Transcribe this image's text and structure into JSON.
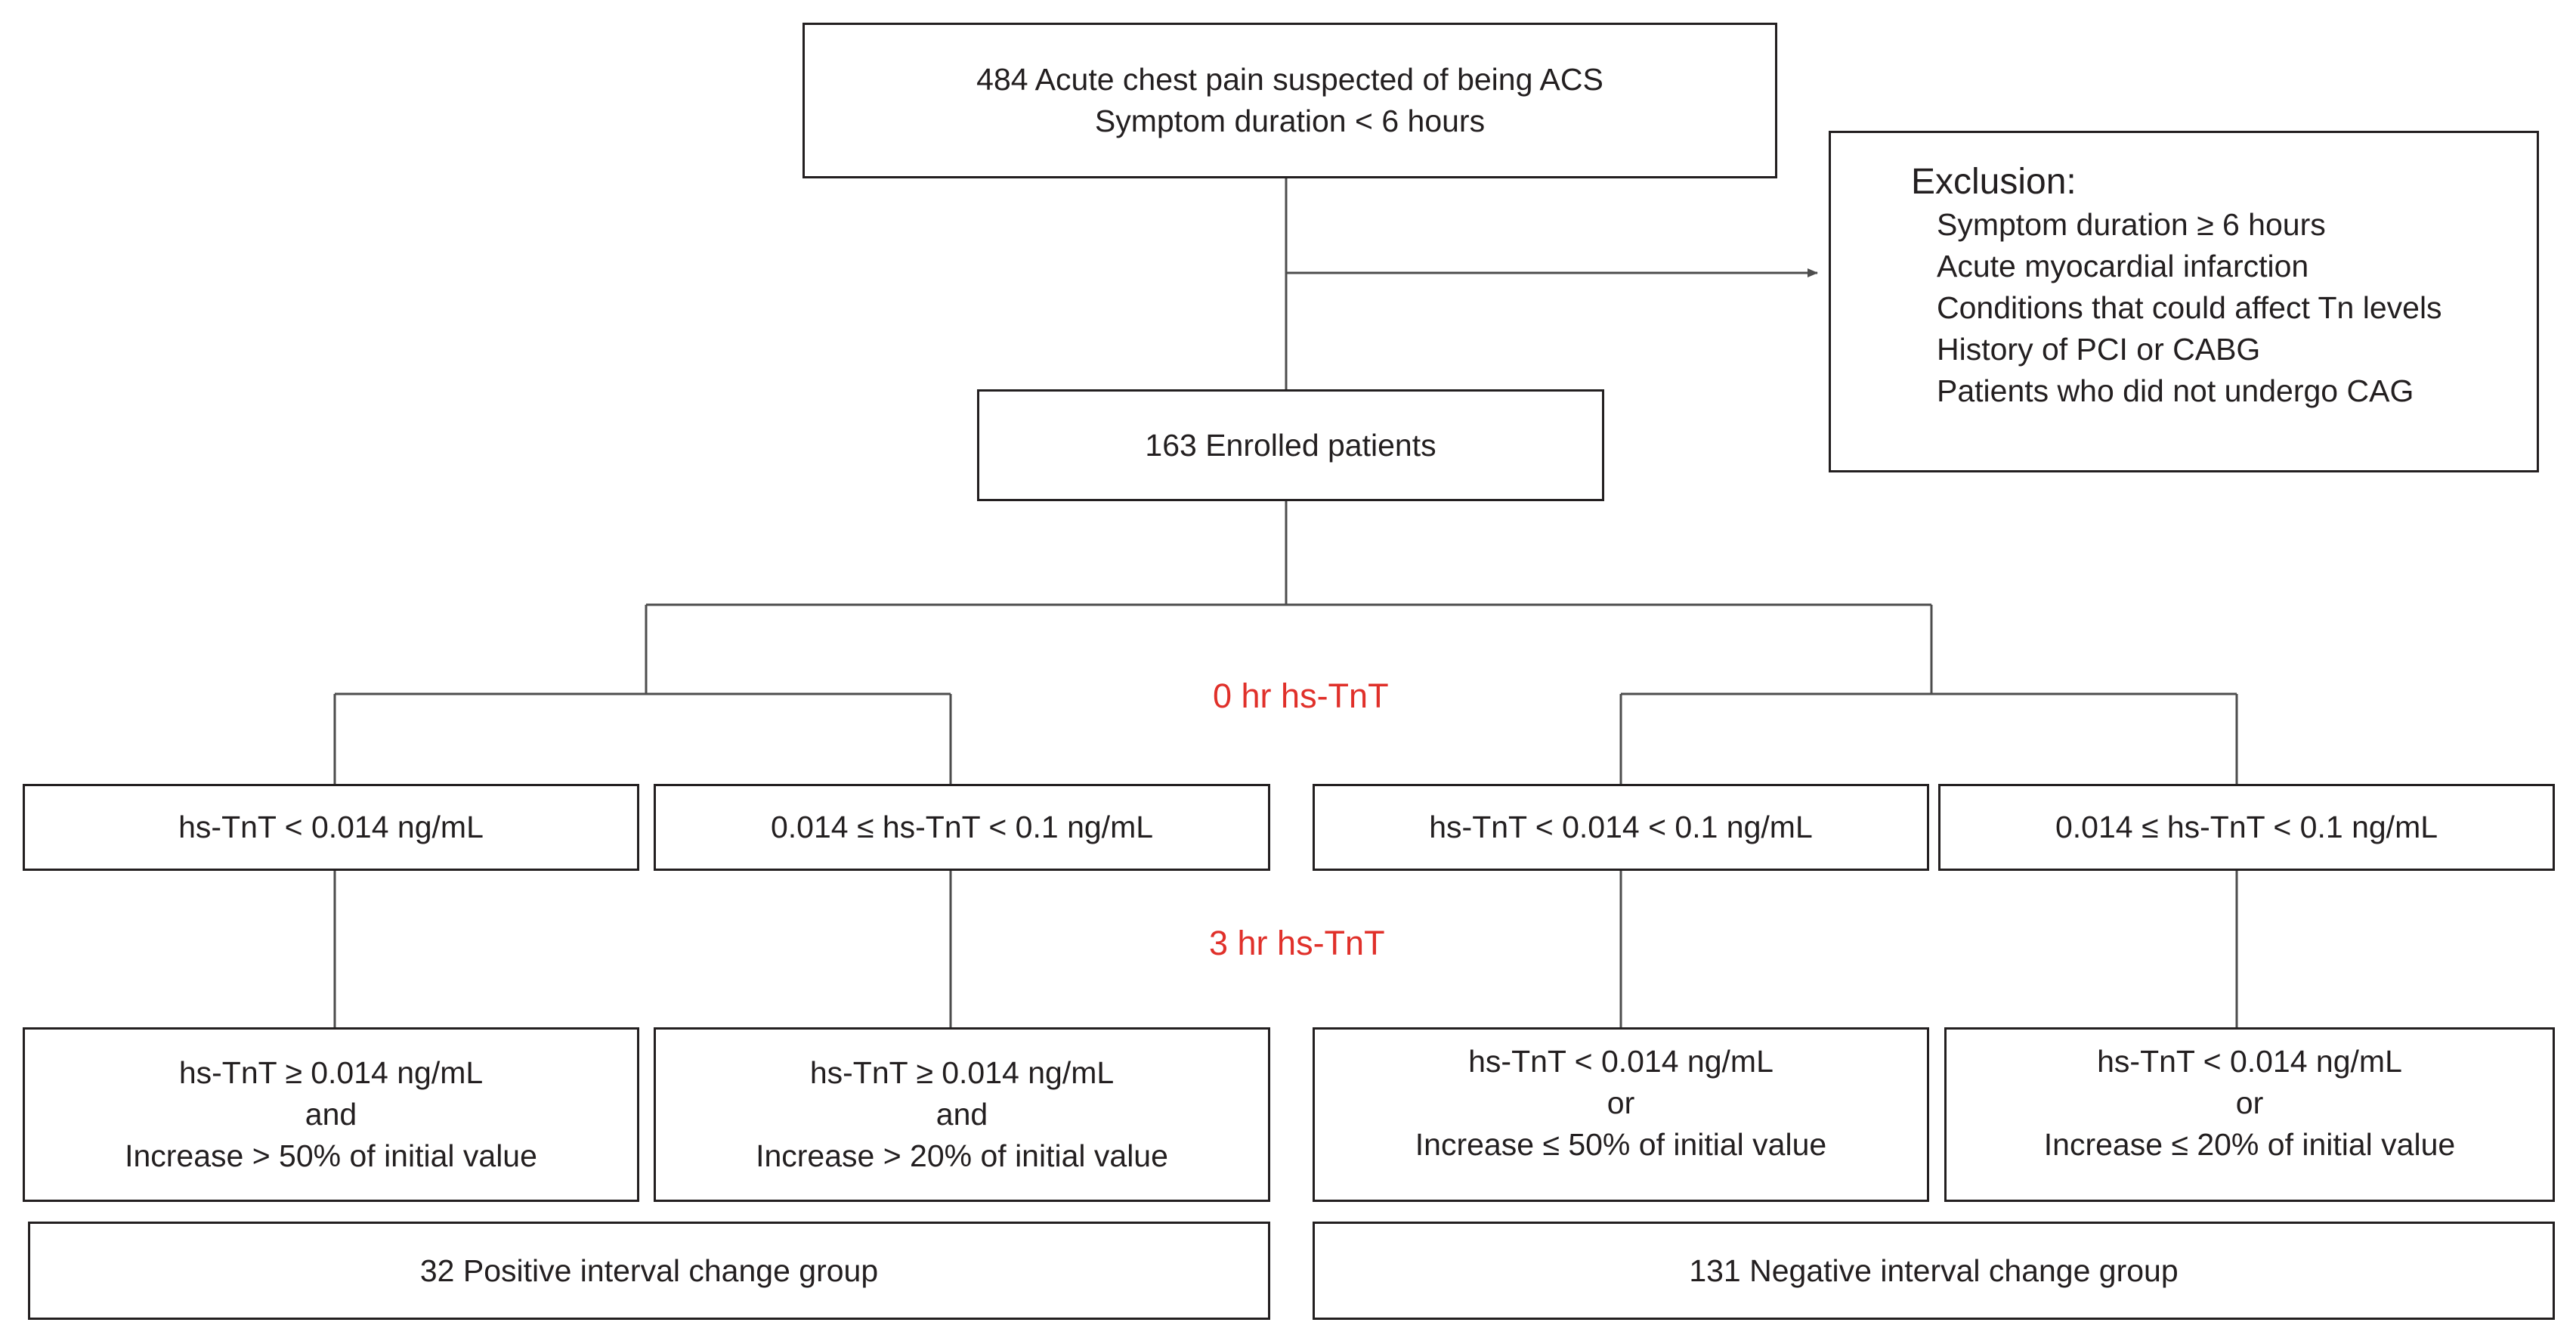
{
  "flowchart": {
    "top": {
      "line1": "484 Acute chest pain suspected of being ACS",
      "line2": "Symptom duration < 6 hours"
    },
    "exclusion": {
      "title": "Exclusion:",
      "items": [
        "Symptom duration  ≥ 6 hours",
        "Acute myocardial infarction",
        "Conditions that could affect Tn levels",
        "History of PCI or CABG",
        "Patients who did not undergo CAG"
      ]
    },
    "enrolled": "163 Enrolled patients",
    "stage0": "0 hr hs-TnT",
    "stage3": "3 hr hs-TnT",
    "level1": [
      "hs-TnT < 0.014 ng/mL",
      "0.014 ≤ hs-TnT < 0.1 ng/mL",
      "hs-TnT < 0.014 < 0.1 ng/mL",
      "0.014 ≤ hs-TnT < 0.1 ng/mL"
    ],
    "level2": [
      {
        "l1": "hs-TnT ≥ 0.014 ng/mL",
        "l2": "and",
        "l3": "Increase > 50% of initial value"
      },
      {
        "l1": "hs-TnT ≥ 0.014 ng/mL",
        "l2": "and",
        "l3": "Increase > 20% of initial value"
      },
      {
        "l1": "hs-TnT < 0.014 ng/mL",
        "l2": "or",
        "l3": "Increase ≤ 50% of initial value"
      },
      {
        "l1": "hs-TnT < 0.014 ng/mL",
        "l2": "or",
        "l3": "Increase ≤ 20% of initial value"
      }
    ],
    "groups": {
      "positive": "32 Positive interval change group",
      "negative": "131 Negative interval change group"
    },
    "colors": {
      "line": "#4d4d4d",
      "stage_label": "#e0302a",
      "text": "#231f20"
    }
  }
}
